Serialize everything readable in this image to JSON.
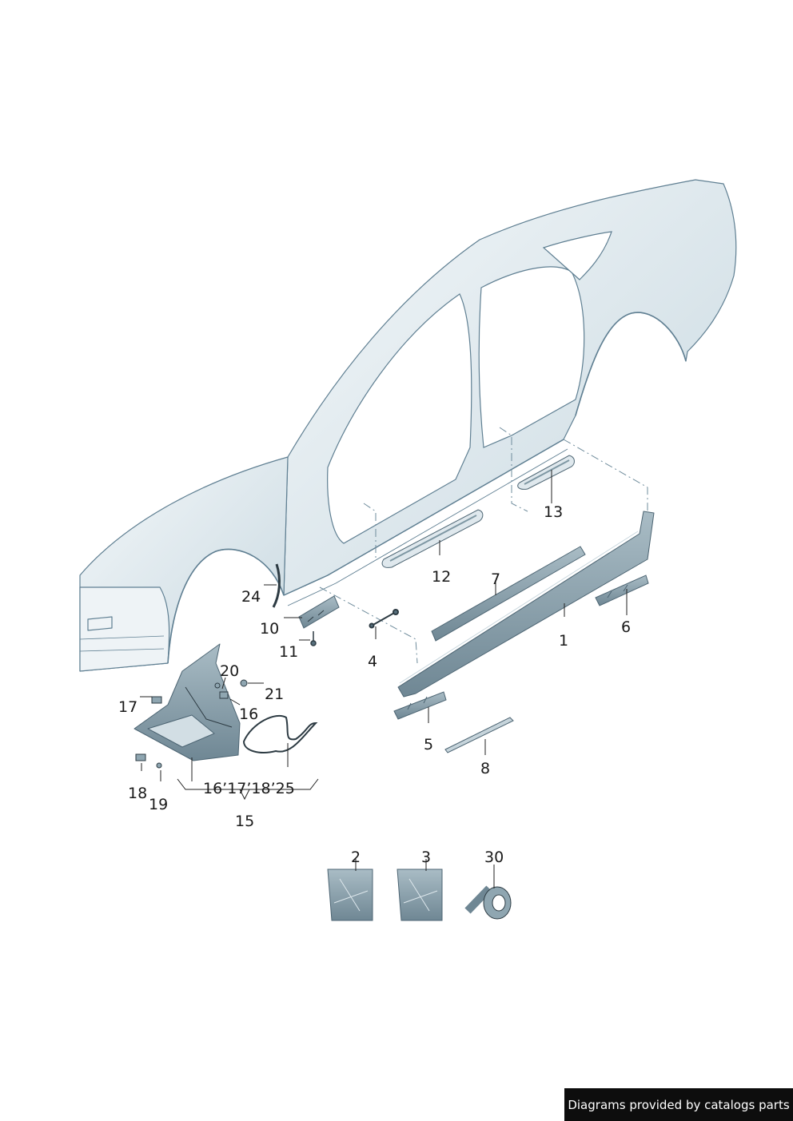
{
  "colors": {
    "outline": "#5f7f92",
    "panel_fill": "#e6eff3",
    "panel_shade": "#b9ccd6",
    "part_fill": "#8fa6b1",
    "part_dark": "#58707d",
    "leader": "#222222"
  },
  "callouts": {
    "c1": "1",
    "c2": "2",
    "c3": "3",
    "c4": "4",
    "c5": "5",
    "c6": "6",
    "c7": "7",
    "c8": "8",
    "c10": "10",
    "c11": "11",
    "c12": "12",
    "c13": "13",
    "c15": "15",
    "c16": "16",
    "c17": "17",
    "c18": "18",
    "c19": "19",
    "c20": "20",
    "c21": "21",
    "c24": "24",
    "c30": "30",
    "group_list": "16’17’18’25"
  },
  "footer": {
    "credit": "Diagrams provided by catalogs parts"
  }
}
